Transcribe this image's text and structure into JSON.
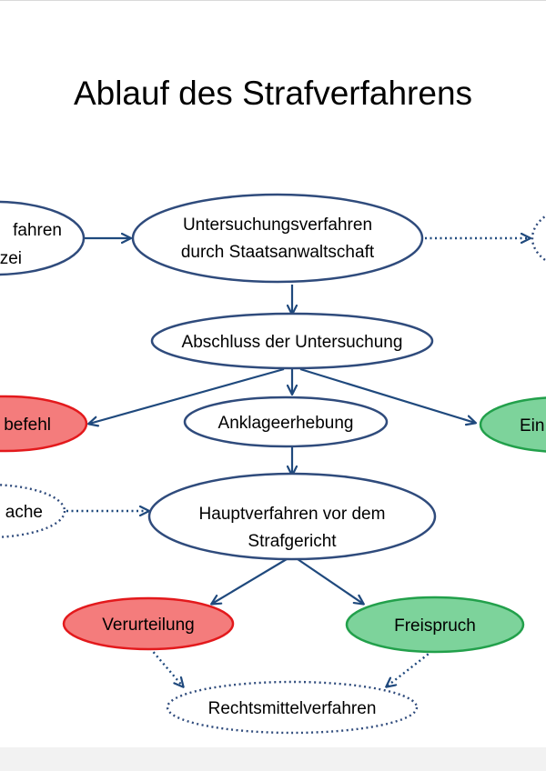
{
  "title": "Ablauf des Strafverfahrens",
  "colors": {
    "stroke": "#2f4b7c",
    "arrow": "#1f497d",
    "red_fill": "#f47c7c",
    "red_stroke": "#e3191c",
    "green_fill": "#7dd39b",
    "green_stroke": "#22a04b"
  },
  "nodes": {
    "ermittlungsverfahren": {
      "line1": "fahren",
      "line2": "zei"
    },
    "untersuchungsverfahren": {
      "line1": "Untersuchungsverfahren",
      "line2": "durch Staatsanwaltschaft"
    },
    "abschluss": {
      "label": "Abschluss der Untersuchung"
    },
    "strafbefehl": {
      "label": "befehl"
    },
    "anklage": {
      "label": "Anklageerhebung"
    },
    "einstellung": {
      "label": "Ein"
    },
    "sache": {
      "label": "ache"
    },
    "hauptverfahren": {
      "line1": "Hauptverfahren vor dem",
      "line2": "Strafgericht"
    },
    "verurteilung": {
      "label": "Verurteilung"
    },
    "freispruch": {
      "label": "Freispruch"
    },
    "rechtsmittel": {
      "label": "Rechtsmittelverfahren"
    }
  }
}
